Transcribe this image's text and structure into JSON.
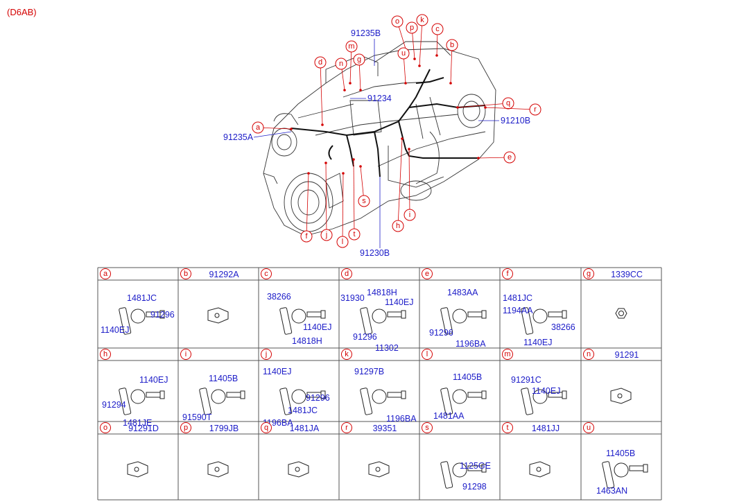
{
  "model_code": "(D6AB)",
  "engine_labels": {
    "p91235B": "91235B",
    "p91234": "91234",
    "p91210B": "91210B",
    "p91235A": "91235A",
    "p91230B": "91230B"
  },
  "engine_callouts": [
    "o",
    "k",
    "p",
    "c",
    "b",
    "u",
    "m",
    "n",
    "g",
    "d",
    "q",
    "r",
    "a",
    "e",
    "s",
    "f",
    "j",
    "l",
    "t",
    "h",
    "i"
  ],
  "cells": [
    {
      "letter": "a",
      "header": "",
      "parts": [
        "1481JC",
        "91296",
        "1140EJ"
      ]
    },
    {
      "letter": "b",
      "header": "91292A",
      "parts": []
    },
    {
      "letter": "c",
      "header": "",
      "parts": [
        "38266",
        "1140EJ",
        "14818H"
      ]
    },
    {
      "letter": "d",
      "header": "",
      "parts": [
        "31930",
        "14818H",
        "1140EJ",
        "91296",
        "11302"
      ]
    },
    {
      "letter": "e",
      "header": "",
      "parts": [
        "1483AA",
        "91296",
        "1196BA"
      ]
    },
    {
      "letter": "f",
      "header": "",
      "parts": [
        "1481JC",
        "1194AA",
        "38266",
        "1140EJ"
      ]
    },
    {
      "letter": "g",
      "header": "1339CC",
      "parts": []
    },
    {
      "letter": "h",
      "header": "",
      "parts": [
        "1140EJ",
        "91294",
        "1481JE"
      ]
    },
    {
      "letter": "i",
      "header": "",
      "parts": [
        "11405B",
        "91590T"
      ]
    },
    {
      "letter": "j",
      "header": "",
      "parts": [
        "1140EJ",
        "91296",
        "1481JC",
        "1196BA"
      ]
    },
    {
      "letter": "k",
      "header": "",
      "parts": [
        "91297B",
        "1196BA"
      ]
    },
    {
      "letter": "l",
      "header": "",
      "parts": [
        "11405B",
        "1481AA"
      ]
    },
    {
      "letter": "m",
      "header": "",
      "parts": [
        "91291C",
        "1140EJ"
      ]
    },
    {
      "letter": "n",
      "header": "91291",
      "parts": []
    },
    {
      "letter": "o",
      "header": "91291D",
      "parts": []
    },
    {
      "letter": "p",
      "header": "1799JB",
      "parts": []
    },
    {
      "letter": "q",
      "header": "1481JA",
      "parts": []
    },
    {
      "letter": "r",
      "header": "39351",
      "parts": []
    },
    {
      "letter": "s",
      "header": "",
      "parts": [
        "1125GE",
        "91298"
      ]
    },
    {
      "letter": "t",
      "header": "1481JJ",
      "parts": []
    },
    {
      "letter": "u",
      "header": "",
      "parts": [
        "11405B",
        "1463AN"
      ]
    }
  ]
}
